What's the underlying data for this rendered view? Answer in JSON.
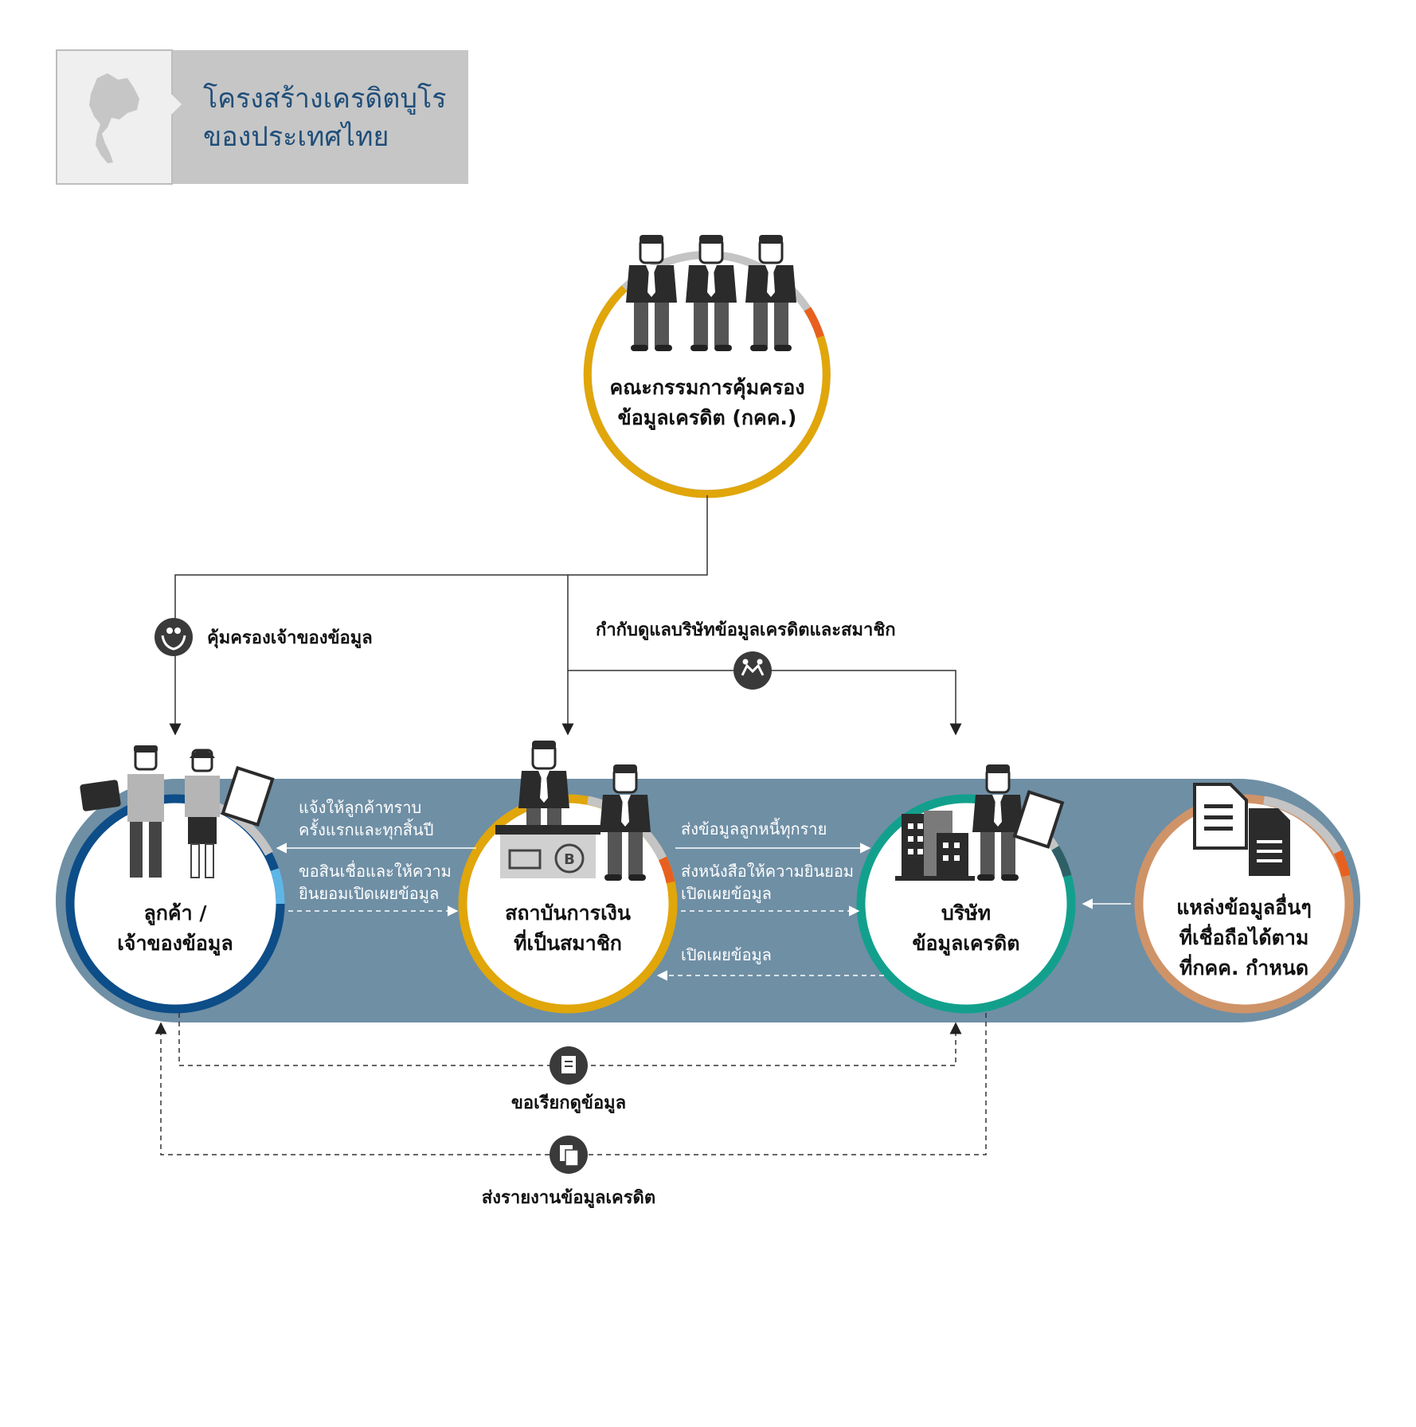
{
  "header": {
    "title_line1": "โครงสร้างเครดิตบูโร",
    "title_line2": "ของประเทศไทย"
  },
  "top_node": {
    "line1": "คณะกรรมการคุ้มครอง",
    "line2": "ข้อมูลเครดิต (กคค.)"
  },
  "nodes": [
    {
      "id": "customer",
      "line1": "ลูกค้า /",
      "line2": "เจ้าของข้อมูล",
      "line3": ""
    },
    {
      "id": "institution",
      "line1": "สถาบันการเงิน",
      "line2": "ที่เป็นสมาชิก",
      "line3": ""
    },
    {
      "id": "bureau",
      "line1": "บริษัท",
      "line2": "ข้อมูลเครดิต",
      "line3": ""
    },
    {
      "id": "other",
      "line1": "แหล่งข้อมูลอื่นๆ",
      "line2": "ที่เชื่อถือได้ตาม",
      "line3": "ที่กคค. กำหนด"
    }
  ],
  "labels": {
    "protect_owner": "คุ้มครองเจ้าของข้อมูล",
    "supervise": "กำกับดูแลบริษัทข้อมูลเครดิตและสมาชิก",
    "notify_1": "แจ้งให้ลูกค้าทราบ",
    "notify_2": "ครั้งแรกและทุกสิ้นปี",
    "apply_1": "ขอสินเชื่อและให้ความ",
    "apply_2": "ยินยอมเปิดเผยข้อมูล",
    "send_debtor": "ส่งข้อมูลลูกหนี้ทุกราย",
    "send_consent_1": "ส่งหนังสือให้ความยินยอม",
    "send_consent_2": "เปิดเผยข้อมูล",
    "disclose": "เปิดเผยข้อมูล",
    "request_view": "ขอเรียกดูข้อมูล",
    "send_report": "ส่งรายงานข้อมูลเครดิต"
  },
  "icons": [
    "thailand-map-icon",
    "protect-hands-icon",
    "handshake-icon",
    "document-request-icon",
    "document-report-icon",
    "businessmen-icon",
    "customers-icon",
    "bank-desk-icon",
    "building-icon",
    "documents-icon"
  ],
  "colors": {
    "band": "#6f8fa5",
    "header_bg": "#c6c6c6",
    "title": "#1f4e79",
    "gold": "#e0a60a",
    "navy": "#0d4d88",
    "teal": "#12a08c",
    "tan": "#cf9368",
    "orange": "#e8601f",
    "light_blue": "#5fb6e6",
    "dark_teal": "#2f5f66",
    "grey_ring": "#c4c4c4"
  }
}
